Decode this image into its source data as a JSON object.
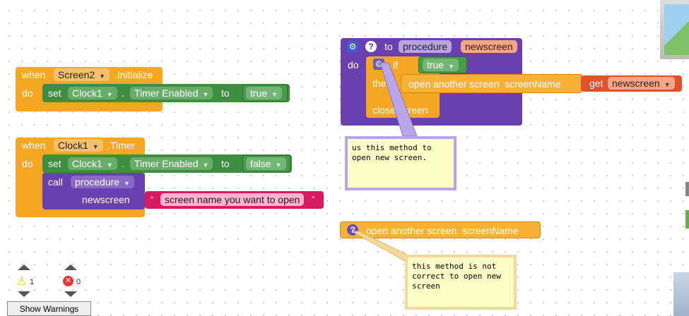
{
  "block1": {
    "when": "when",
    "component": "Screen2",
    "event": ".Initialize",
    "do": "do",
    "set": "set",
    "target": "Clock1",
    "dot": ".",
    "property": "Timer Enabled",
    "to": "to",
    "value": "true"
  },
  "block2": {
    "when": "when",
    "component": "Clock1",
    "event": ".Timer",
    "do": "do",
    "set": "set",
    "target": "Clock1",
    "dot": ".",
    "property": "Timer Enabled",
    "to": "to",
    "value": "false",
    "call": "call",
    "procedure": "procedure",
    "arg_name": "newscreen",
    "string_value": "screen name you want to open",
    "quote_open": "“",
    "quote_close": "”"
  },
  "procedure_block": {
    "to": "to",
    "proc_name": "procedure",
    "param": "newscreen",
    "do": "do",
    "if": "if",
    "if_value": "true",
    "then": "then",
    "open_screen": "open another screen  screenName",
    "get": "get",
    "get_value": "newscreen",
    "close": "close screen",
    "help": "?"
  },
  "comment1": {
    "text": "us this method to\nopen new screen."
  },
  "open_block": {
    "label": "open another screen  screenName",
    "help": "?"
  },
  "comment2": {
    "text": "this method is not\ncorrect to open new\nscreen"
  },
  "warnings": {
    "warning_count": "1",
    "error_count": "0",
    "button_label": "Show Warnings"
  },
  "colors": {
    "event": "#f5a623",
    "setter": "#3e8e41",
    "procedure": "#6a3fb0",
    "text": "#d81b60",
    "variable": "#e2502c",
    "comment": "#fdfdc8"
  }
}
